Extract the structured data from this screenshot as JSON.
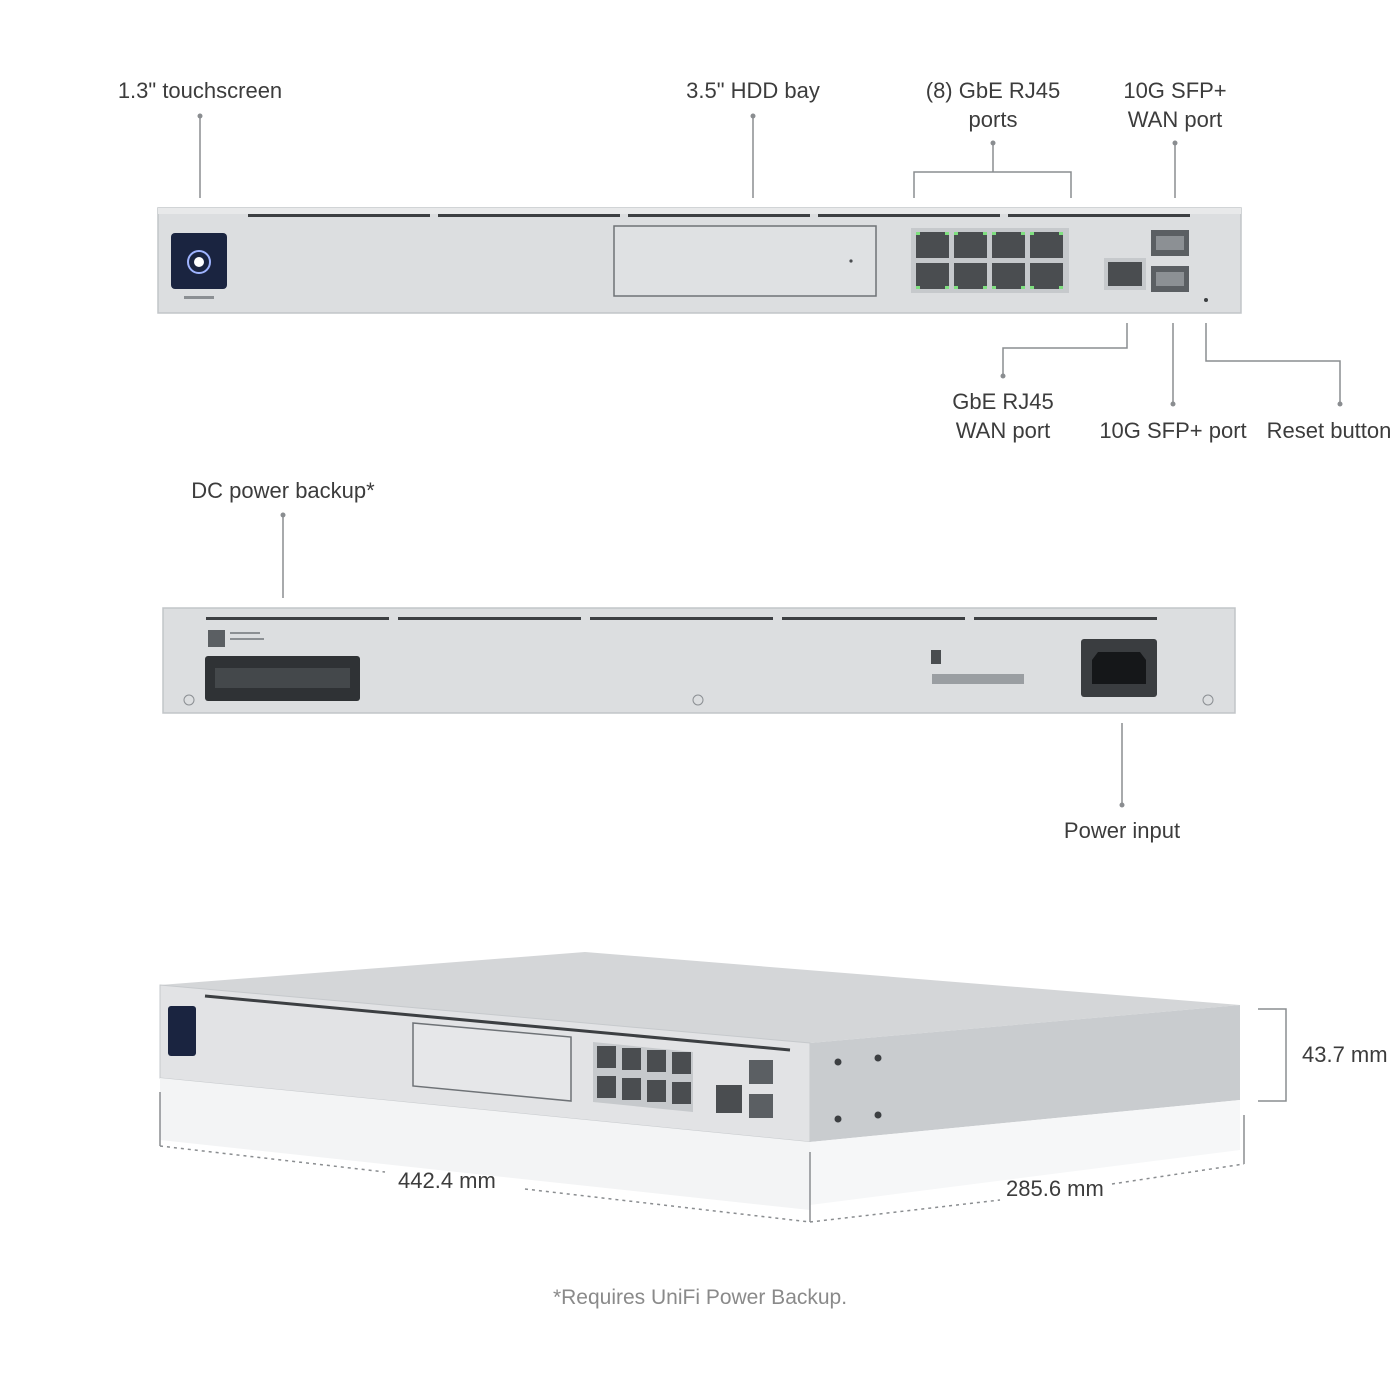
{
  "callouts": {
    "touchscreen": "1.3\" touchscreen",
    "hdd_bay": "3.5\" HDD bay",
    "rj45_ports_line1": "(8) GbE RJ45",
    "rj45_ports_line2": "ports",
    "sfp_wan_line1": "10G SFP+",
    "sfp_wan_line2": "WAN port",
    "rj45_wan_line1": "GbE RJ45",
    "rj45_wan_line2": "WAN port",
    "sfp_port": "10G SFP+ port",
    "reset_button": "Reset button",
    "dc_power_backup": "DC power backup*",
    "power_input": "Power input"
  },
  "dimensions": {
    "width": "442.4 mm",
    "depth": "285.6 mm",
    "height": "43.7 mm"
  },
  "footnote": "*Requires UniFi Power Backup.",
  "colors": {
    "chassis": "#dcdee0",
    "chassis_edge": "#b9bcbf",
    "port": "#4a4d50",
    "screen": "#1a2440",
    "led": "#7fe07f"
  }
}
